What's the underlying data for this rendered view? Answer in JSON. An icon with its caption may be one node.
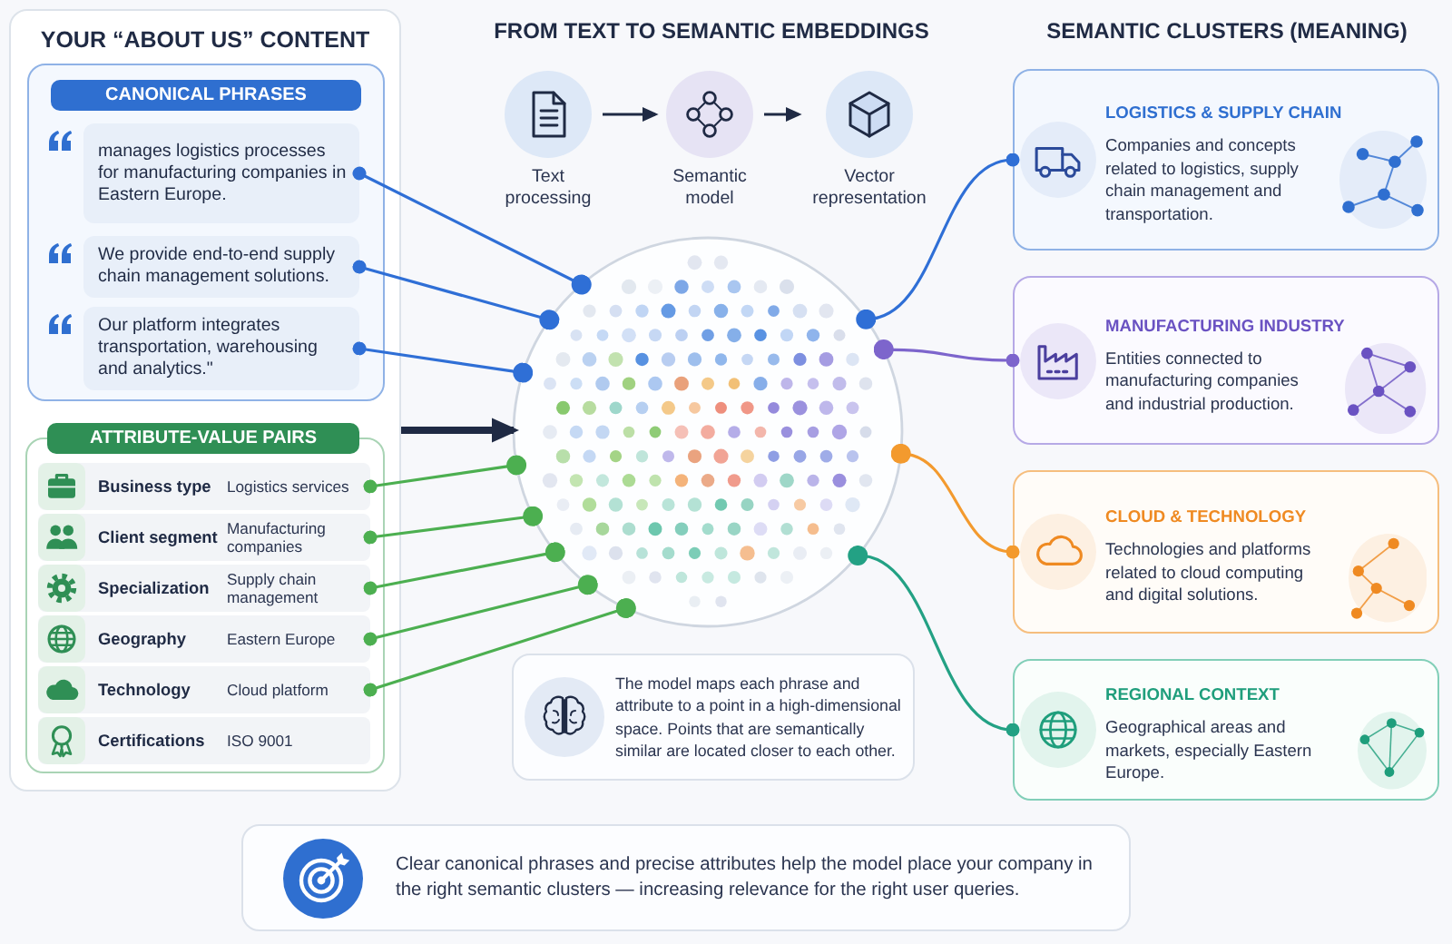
{
  "diagram": {
    "nodes": [
      {
        "text": [
          "YOUR “ABOUT US” CONTENT"
        ]
      },
      {
        "text": [
          "CANONICAL PHRASES"
        ],
        "in": 0
      },
      {
        "text": [
          "manages logistics processes for manufacturing companies in Eastern Europe."
        ],
        "in": 1
      },
      {
        "text": [
          "We provide end-to-end supply chain management solutions."
        ],
        "in": 1
      },
      {
        "text": [
          "Our platform integrates transportation, warehousing and analytics.\""
        ],
        "in": 1
      },
      {
        "text": [
          "ATTRIBUTE-VALUE PAIRS"
        ],
        "in": 0
      },
      {
        "text": [
          "Business type",
          "Logistics services"
        ],
        "in": 5
      },
      {
        "text": [
          "Client segment",
          "Manufacturing companies"
        ],
        "in": 5
      },
      {
        "text": [
          "Specialization",
          "Supply chain management"
        ],
        "in": 5
      },
      {
        "text": [
          "Geography",
          "Eastern Europe"
        ],
        "in": 5
      },
      {
        "text": [
          "Technology",
          "Cloud platform"
        ],
        "in": 5
      },
      {
        "text": [
          "Certifications",
          "ISO 9001"
        ],
        "in": 5
      },
      {
        "text": [
          "Text processing"
        ]
      },
      {
        "text": [
          "Semantic model"
        ]
      },
      {
        "text": [
          "Vector representation"
        ]
      },
      {
        "text": [],
        "shape": "circle"
      },
      {
        "text": [
          "The model maps each phrase and attribute to a point in a high-dimensional space. Points that are semantically similar are located closer to each other."
        ]
      },
      {
        "text": [
          "LOGISTICS & SUPPLY CHAIN",
          "Companies and concepts related to logistics, supply chain management and transportation."
        ]
      },
      {
        "text": [
          "MANUFACTURING INDUSTRY",
          "Entities connected to manufacturing companies and industrial production."
        ]
      },
      {
        "text": [
          "CLOUD & TECHNOLOGY",
          "Technologies and platforms related to cloud computing and digital solutions."
        ]
      },
      {
        "text": [
          "REGIONAL CONTEXT",
          "Geographical areas and markets, especially Eastern Europe."
        ]
      },
      {
        "text": [
          "Clear canonical phrases and precise attributes help the model place your company in the right semantic clusters — increasing relevance for the right user queries."
        ]
      }
    ],
    "edges": [
      {
        "from": 12,
        "to": 13,
        "arrow": "to",
        "color": "#1f2a44"
      },
      {
        "from": 13,
        "to": 14,
        "arrow": "to",
        "color": "#1f2a44"
      },
      {
        "from": 2,
        "to": 15,
        "arrow": "other",
        "color": "#2f6fd6"
      },
      {
        "from": 3,
        "to": 15,
        "arrow": "other",
        "color": "#2f6fd6"
      },
      {
        "from": 4,
        "to": 15,
        "arrow": "other",
        "color": "#2f6fd6"
      },
      {
        "from": 6,
        "to": 15,
        "arrow": "other",
        "color": "#4caf50"
      },
      {
        "from": 7,
        "to": 15,
        "arrow": "other",
        "color": "#4caf50"
      },
      {
        "from": 8,
        "to": 15,
        "arrow": "other",
        "color": "#4caf50"
      },
      {
        "from": 9,
        "to": 15,
        "arrow": "other",
        "color": "#4caf50"
      },
      {
        "from": 10,
        "to": 15,
        "arrow": "other",
        "color": "#4caf50"
      },
      {
        "from": 0,
        "to": 15,
        "arrow": "to",
        "style": "thick",
        "color": "#1f2a44"
      },
      {
        "from": 15,
        "to": 17,
        "arrow": "other",
        "color": "#2f6fd6"
      },
      {
        "from": 15,
        "to": 18,
        "arrow": "other",
        "color": "#7d65cc"
      },
      {
        "from": 15,
        "to": 19,
        "arrow": "other",
        "color": "#f39a2e"
      },
      {
        "from": 15,
        "to": 20,
        "arrow": "other",
        "color": "#23a184"
      }
    ],
    "labels": [
      "FROM TEXT TO SEMANTIC EMBEDDINGS",
      "SEMANTIC CLUSTERS (MEANING)"
    ]
  }
}
